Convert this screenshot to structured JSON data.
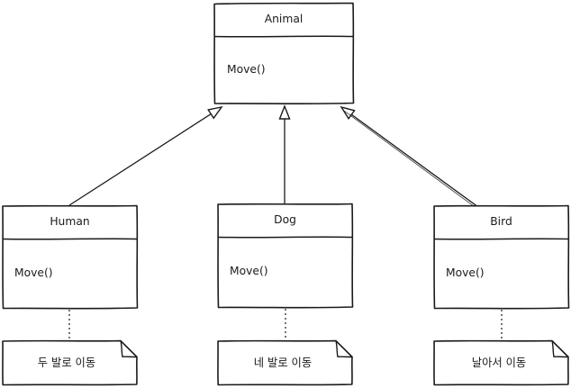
{
  "diagram": {
    "type": "uml-class-diagram",
    "parent_class": {
      "name": "Animal",
      "method": "Move()"
    },
    "child_classes": [
      {
        "name": "Human",
        "method": "Move()",
        "note": "두 발로 이동"
      },
      {
        "name": "Dog",
        "method": "Move()",
        "note": "네 발로 이동"
      },
      {
        "name": "Bird",
        "method": "Move()",
        "note": "날아서 이동"
      }
    ],
    "colors": {
      "stroke": "#1a1a1a",
      "fill": "#ffffff",
      "background": "#ffffff"
    }
  }
}
